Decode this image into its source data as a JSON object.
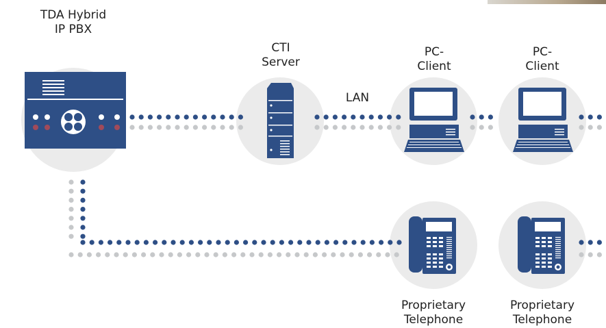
{
  "nodes": {
    "pbx": {
      "line1": "TDA Hybrid",
      "line2": "IP PBX",
      "icon": "pbx-unit-icon"
    },
    "cti": {
      "line1": "CTI",
      "line2": "Server",
      "icon": "server-tower-icon"
    },
    "pc1": {
      "line1": "PC-",
      "line2": "Client",
      "icon": "desktop-computer-icon"
    },
    "pc2": {
      "line1": "PC-",
      "line2": "Client",
      "icon": "desktop-computer-icon"
    },
    "tel1": {
      "line1": "Proprietary",
      "line2": "Telephone",
      "icon": "desk-phone-icon"
    },
    "tel2": {
      "line1": "Proprietary",
      "line2": "Telephone",
      "icon": "desk-phone-icon"
    }
  },
  "links": {
    "lan": "LAN"
  },
  "colors": {
    "primary": "#2e4f86",
    "secondary": "#c6c8ca",
    "circle": "#ebebeb",
    "accent": "#a14a5a"
  }
}
